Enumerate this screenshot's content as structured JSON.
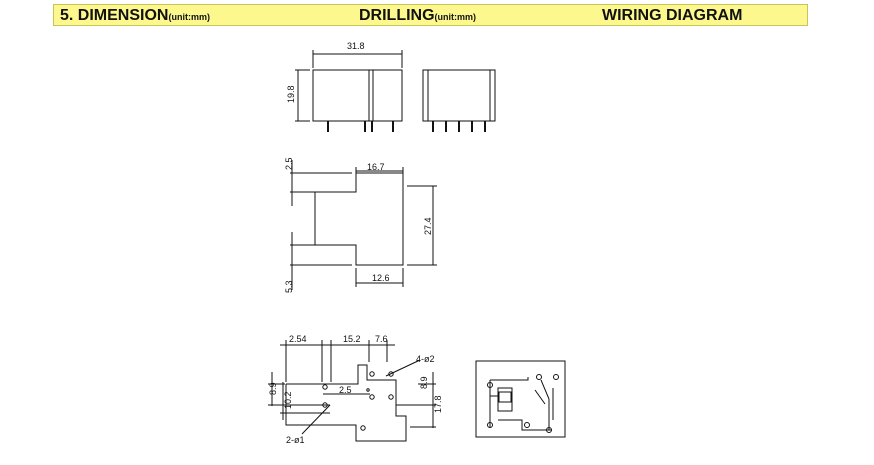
{
  "header": {
    "section_title": "5. DIMENSION",
    "section_unit": "(unit:mm)",
    "drilling_title": "DRILLING",
    "drilling_unit": "(unit:mm)",
    "wiring_title": "WIRING DIAGRAM"
  },
  "dimensions": {
    "width": "31.8",
    "height": "19.8",
    "top_gap": "2.5",
    "top_width": "16.7",
    "length": "27.4",
    "bottom_gap": "5.3",
    "bottom_width": "12.6"
  },
  "drilling": {
    "spacing_left": "2.54",
    "spacing_mid": "15.2",
    "spacing_right": "7.6",
    "hole_large": "4-ø2",
    "v_89_left": "8.9",
    "v_102": "10.2",
    "h_25": "2.5",
    "v_89_right": "8.9",
    "v_178": "17.8",
    "hole_small": "2-ø1"
  }
}
